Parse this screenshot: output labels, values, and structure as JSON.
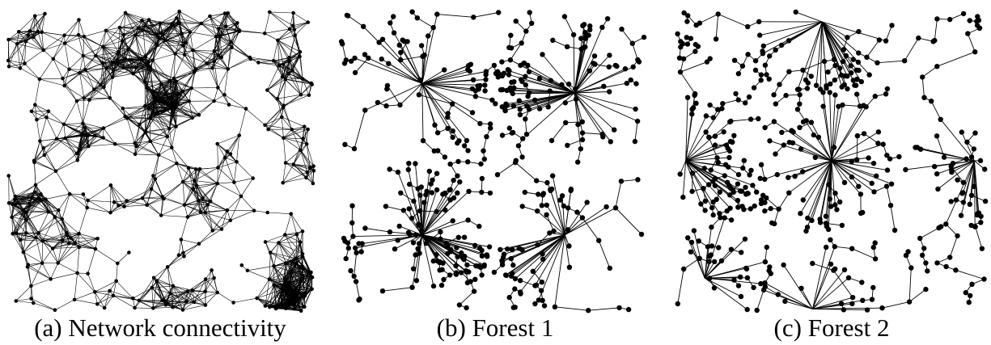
{
  "panels": [
    {
      "id": "a",
      "caption": "(a) Network connectivity",
      "kind": "connectivity-graph",
      "node_count": 440,
      "root_count": 0
    },
    {
      "id": "b",
      "caption": "(b) Forest 1",
      "kind": "forest",
      "node_count": 440,
      "root_count": 4
    },
    {
      "id": "c",
      "caption": "(c) Forest 2",
      "kind": "forest",
      "node_count": 440,
      "root_count": 6
    }
  ],
  "colors": {
    "edge": "#000000",
    "node": "#000000",
    "background": "#ffffff"
  }
}
